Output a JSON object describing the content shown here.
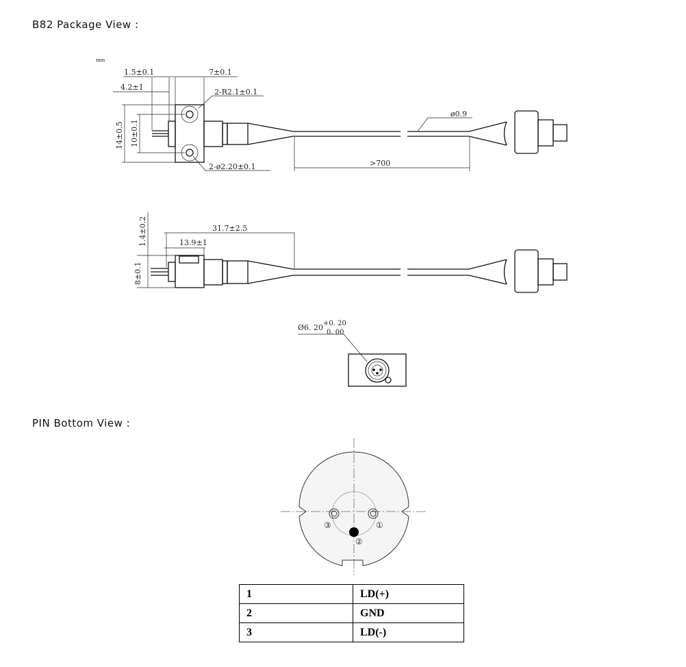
{
  "headings": {
    "package_view": "B82 Package View :",
    "pin_bottom_view": "PIN Bottom View :"
  },
  "top_view": {
    "unit": "mm",
    "dims": [
      "1.5±0.1",
      "7±0.1",
      "4.2±1",
      "2-R2.1±0.1",
      "14±0.5",
      "10±0.1",
      "2-ø2.20±0.1",
      "ø0.9",
      ">700"
    ]
  },
  "side_view": {
    "dims": [
      "1.4±0.2",
      "31.7±2.5",
      "13.9±1",
      "8±0.1"
    ]
  },
  "end_view": {
    "diameter": "Ø6. 20",
    "tol_upper": "+0. 20",
    "tol_lower": "0. 00"
  },
  "pin_view": {
    "labels": [
      "③",
      "①",
      "②"
    ]
  },
  "pin_table": [
    {
      "pin": "1",
      "function": "LD(+)"
    },
    {
      "pin": "2",
      "function": "GND"
    },
    {
      "pin": "3",
      "function": "LD(-)"
    }
  ]
}
